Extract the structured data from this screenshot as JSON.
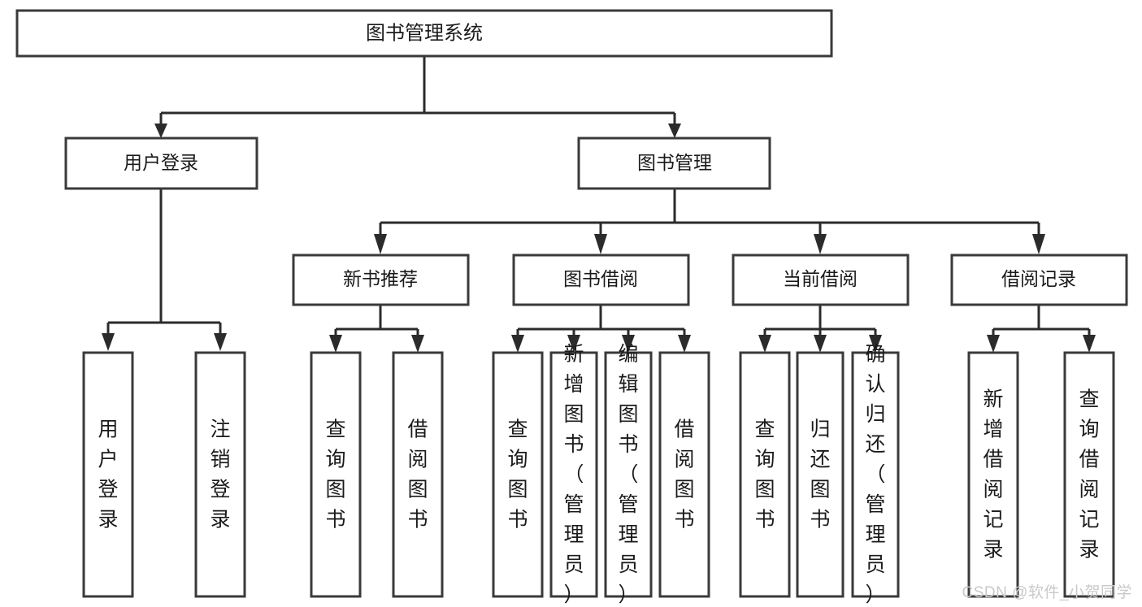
{
  "diagram": {
    "title": "图书管理系统",
    "watermark": "CSDN @软件_小贺同学",
    "colors": {
      "box_stroke": "#3a3a3a",
      "connector": "#2b2b2b",
      "background": "#ffffff",
      "text": "#1a1a1a",
      "watermark": "#c9c9c9"
    },
    "nodes": {
      "root": {
        "label": "图书管理系统"
      },
      "level2": [
        {
          "label": "用户登录"
        },
        {
          "label": "图书管理"
        }
      ],
      "level3": [
        {
          "label": "新书推荐"
        },
        {
          "label": "图书借阅"
        },
        {
          "label": "当前借阅"
        },
        {
          "label": "借阅记录"
        }
      ],
      "leaves_user_login": [
        {
          "label": "用户登录"
        },
        {
          "label": "注销登录"
        }
      ],
      "leaves_new_book": [
        {
          "label": "查询图书"
        },
        {
          "label": "借阅图书"
        }
      ],
      "leaves_borrow": [
        {
          "label": "查询图书"
        },
        {
          "label": "新增图书（管理员）"
        },
        {
          "label": "编辑图书（管理员）"
        },
        {
          "label": "借阅图书"
        }
      ],
      "leaves_current": [
        {
          "label": "查询图书"
        },
        {
          "label": "归还图书"
        },
        {
          "label": "确认归还（管理员）"
        }
      ],
      "leaves_record": [
        {
          "label": "新增借阅记录"
        },
        {
          "label": "查询借阅记录"
        }
      ]
    }
  }
}
